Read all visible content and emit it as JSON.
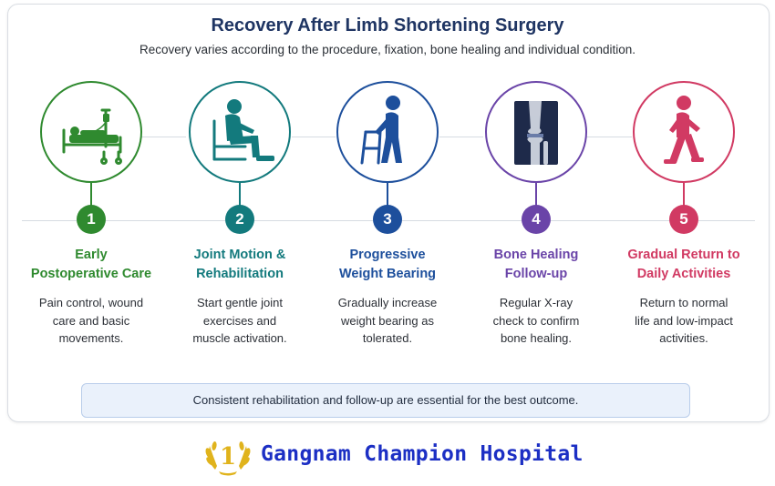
{
  "title": "Recovery After Limb Shortening Surgery",
  "subtitle": "Recovery varies according to the procedure, fixation, bone healing and individual condition.",
  "steps": [
    {
      "number": "1",
      "heading_line1": "Early",
      "heading_line2": "Postoperative Care",
      "desc_line1": "Pain control, wound",
      "desc_line2": "care and basic",
      "desc_line3": "movements.",
      "color": "#2f8a2f",
      "icon": "hospital-bed-icon"
    },
    {
      "number": "2",
      "heading_line1": "Joint Motion &",
      "heading_line2": "Rehabilitation",
      "desc_line1": "Start gentle joint",
      "desc_line2": "exercises and",
      "desc_line3": "muscle activation.",
      "color": "#137a7d",
      "icon": "seated-exercise-icon"
    },
    {
      "number": "3",
      "heading_line1": "Progressive",
      "heading_line2": "Weight Bearing",
      "desc_line1": "Gradually increase",
      "desc_line2": "weight bearing as",
      "desc_line3": "tolerated.",
      "color": "#1d4f9c",
      "icon": "walker-icon"
    },
    {
      "number": "4",
      "heading_line1": "Bone Healing",
      "heading_line2": "Follow-up",
      "desc_line1": "Regular X-ray",
      "desc_line2": "check to confirm",
      "desc_line3": "bone healing.",
      "color": "#6a44a8",
      "icon": "knee-xray-icon"
    },
    {
      "number": "5",
      "heading_line1": "Gradual Return to",
      "heading_line2": "Daily Activities",
      "desc_line1": "Return to normal",
      "desc_line2": "life and low-impact",
      "desc_line3": "activities.",
      "color": "#d13a63",
      "icon": "walking-person-icon"
    }
  ],
  "note": "Consistent rehabilitation and follow-up are essential for the best outcome.",
  "brand": {
    "logo_digit": "1",
    "name": "Gangnam Champion Hospital",
    "color": "#1c2fc4",
    "logo_color": "#e0b31c"
  }
}
